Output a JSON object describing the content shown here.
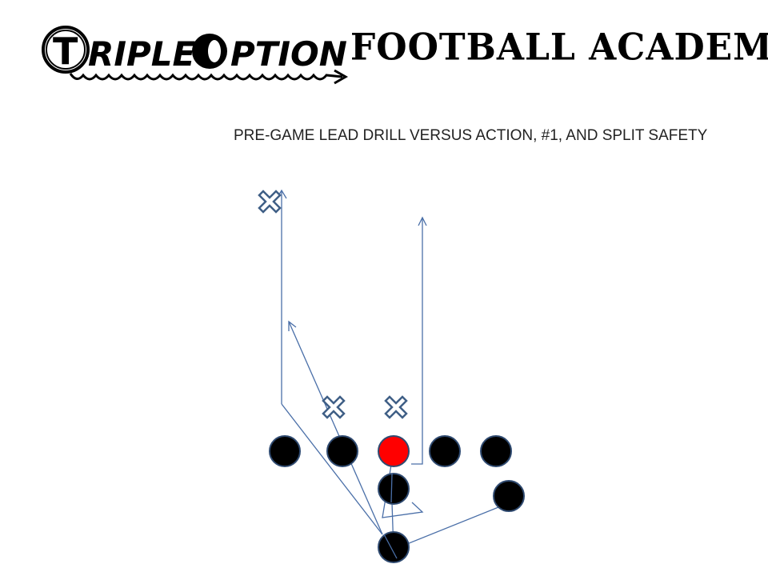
{
  "header": {
    "logo_text": "TRIPLE OPTION",
    "academy_title": "FOOTBALL ACADEMY"
  },
  "diagram": {
    "title": "PRE-GAME LEAD DRILL VERSUS ACTION, #1, AND SPLIT SAFETY"
  },
  "colors": {
    "route_line": "#4a6fa8",
    "defender_outline": "#3f5f86",
    "player_fill": "#000000",
    "player_outline": "#2f4a70",
    "center_highlight": "#ff0000"
  },
  "players": {
    "offense": [
      "left-tackle",
      "left-guard",
      "center",
      "right-guard",
      "right-tackle",
      "quarterback",
      "wingback",
      "fullback"
    ],
    "defense": [
      "safety",
      "linebacker-left",
      "linebacker-right"
    ]
  }
}
